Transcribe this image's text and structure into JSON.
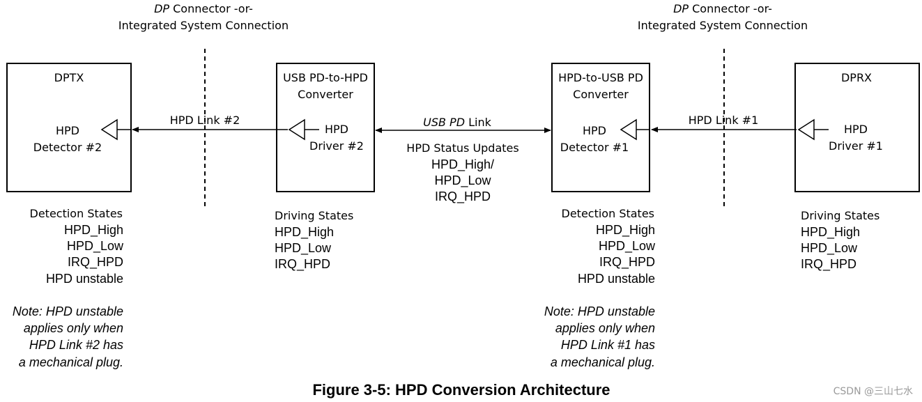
{
  "connector_labels": {
    "left": {
      "italic": "DP",
      "rest": " Connector -or-",
      "line2": "Integrated System Connection"
    },
    "right": {
      "italic": "DP",
      "rest": " Connector -or-",
      "line2": "Integrated System Connection"
    }
  },
  "boxes": {
    "dptx": {
      "title": "DPTX",
      "label_line1": "HPD",
      "label_line2": "Detector #2"
    },
    "usb_pd_to_hpd": {
      "title_line1": "USB PD-to-HPD",
      "title_line2": "Converter",
      "label_line1": "HPD",
      "label_line2": "Driver #2"
    },
    "hpd_to_usb_pd": {
      "title_line1": "HPD-to-USB PD",
      "title_line2": "Converter",
      "label_line1": "HPD",
      "label_line2": "Detector #1"
    },
    "dprx": {
      "title": "DPRX",
      "label_line1": "HPD",
      "label_line2": "Driver #1"
    }
  },
  "links": {
    "hpd_link_2": "HPD Link #2",
    "hpd_link_1": "HPD Link #1",
    "usb_pd_link_italic": "USB PD",
    "usb_pd_link_rest": " Link",
    "status_title": "HPD Status Updates",
    "status_items": [
      "HPD_High/",
      "HPD_Low",
      "IRQ_HPD"
    ]
  },
  "state_lists": {
    "dptx": {
      "title": "Detection States",
      "items": [
        "HPD_High",
        "HPD_Low",
        "IRQ_HPD",
        "HPD unstable"
      ]
    },
    "usb_pd_to_hpd": {
      "title": "Driving States",
      "items": [
        "HPD_High",
        "HPD_Low",
        "IRQ_HPD"
      ]
    },
    "hpd_to_usb_pd": {
      "title": "Detection States",
      "items": [
        "HPD_High",
        "HPD_Low",
        "IRQ_HPD",
        "HPD unstable"
      ]
    },
    "dprx": {
      "title": "Driving States",
      "items": [
        "HPD_High",
        "HPD_Low",
        "IRQ_HPD"
      ]
    }
  },
  "notes": {
    "left": [
      "Note: HPD unstable",
      "applies only when",
      "HPD Link #2 has",
      "a mechanical plug."
    ],
    "right": [
      "Note: HPD unstable",
      "applies only when",
      "HPD Link #1 has",
      "a mechanical plug."
    ]
  },
  "caption": "Figure 3-5: HPD Conversion Architecture",
  "watermark": "CSDN @三山七水"
}
